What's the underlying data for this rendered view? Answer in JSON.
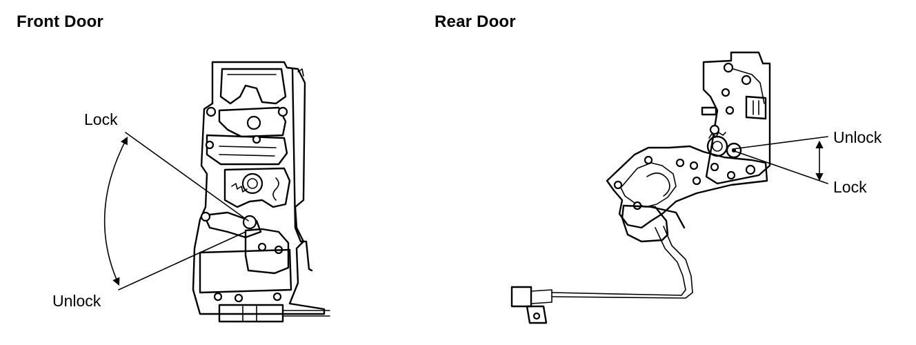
{
  "front": {
    "title": "Front Door",
    "lock_label": "Lock",
    "unlock_label": "Unlock"
  },
  "rear": {
    "title": "Rear Door",
    "lock_label": "Lock",
    "unlock_label": "Unlock"
  }
}
